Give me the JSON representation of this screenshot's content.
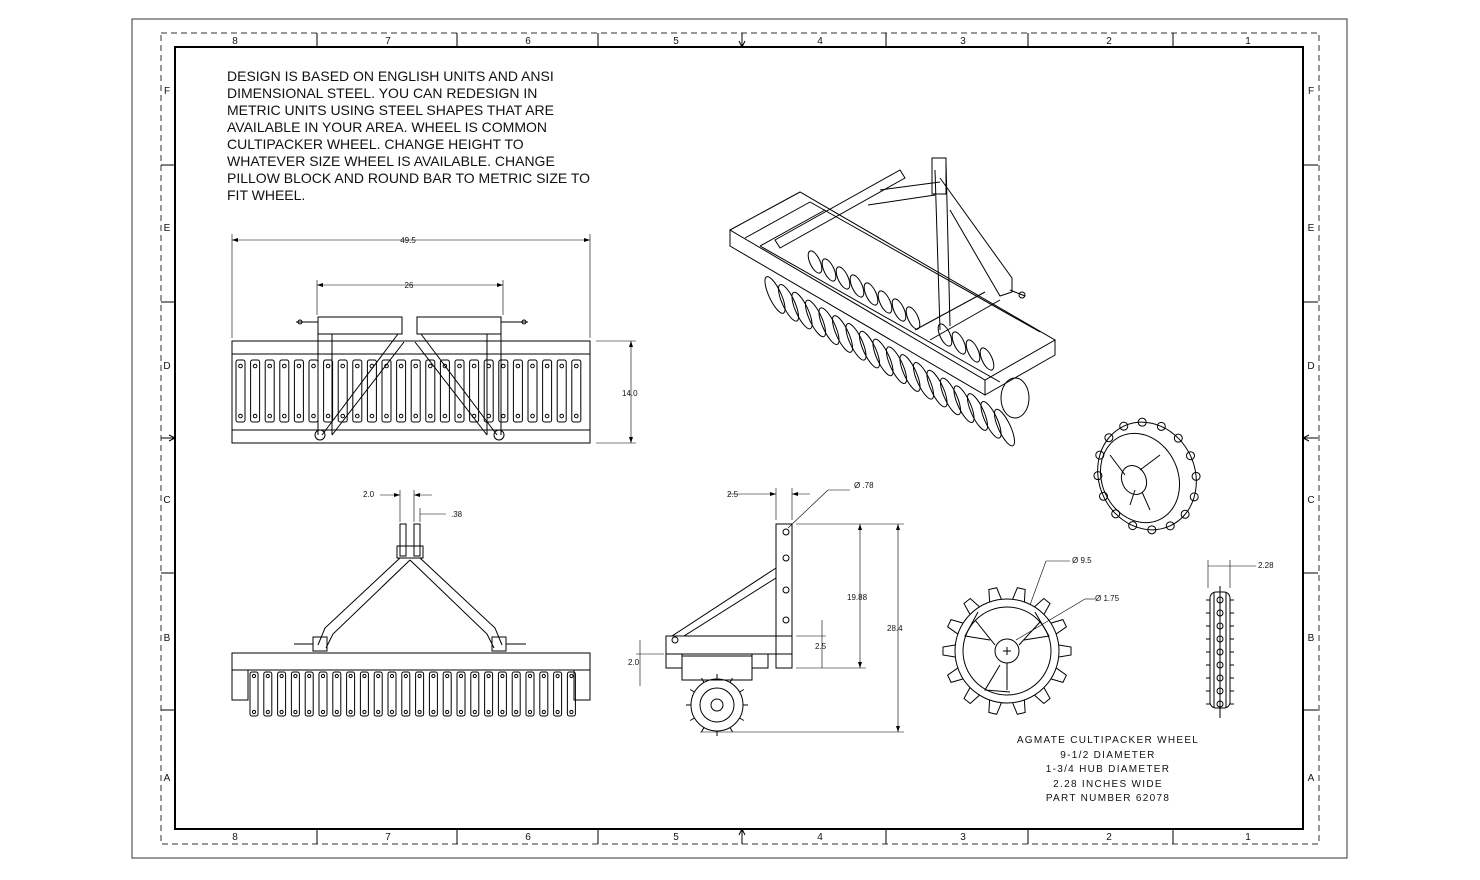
{
  "note_lines": [
    "DESIGN IS BASED ON ENGLISH UNITS AND ANSI",
    "DIMENSIONAL STEEL.  YOU CAN  REDESIGN IN",
    "METRIC UNITS USING STEEL SHAPES THAT ARE",
    "AVAILABLE IN YOUR AREA.  WHEEL IS COMMON",
    "CULTIPACKER WHEEL.  CHANGE HEIGHT TO",
    "WHATEVER SIZE WHEEL IS AVAILABLE.  CHANGE",
    "PILLOW BLOCK AND ROUND BAR TO METRIC SIZE TO",
    "FIT WHEEL."
  ],
  "zones": {
    "columns": [
      "8",
      "7",
      "6",
      "5",
      "4",
      "3",
      "2",
      "1"
    ],
    "rows": [
      "F",
      "E",
      "D",
      "C",
      "B",
      "A"
    ]
  },
  "dimensions": {
    "front_width": "49.5",
    "front_hitch_span": "26",
    "front_height": "14.0",
    "top_pin_width": "2.0",
    "top_pin_gap": ".38",
    "side_offset": "2.5",
    "side_hole_dia": "Ø .78",
    "side_mast_height": "19.88",
    "side_total_height": "28.4",
    "side_frame_depth": "2.5",
    "side_tube": "2.0",
    "wheel_dia": "Ø 9.5",
    "hub_dia": "Ø 1.75",
    "wheel_width": "2.28"
  },
  "wheel_info": [
    "AGMATE CULTIPACKER WHEEL",
    "9-1/2 DIAMETER",
    "1-3/4 HUB DIAMETER",
    "2.28 INCHES WIDE",
    "PART NUMBER 62078"
  ]
}
